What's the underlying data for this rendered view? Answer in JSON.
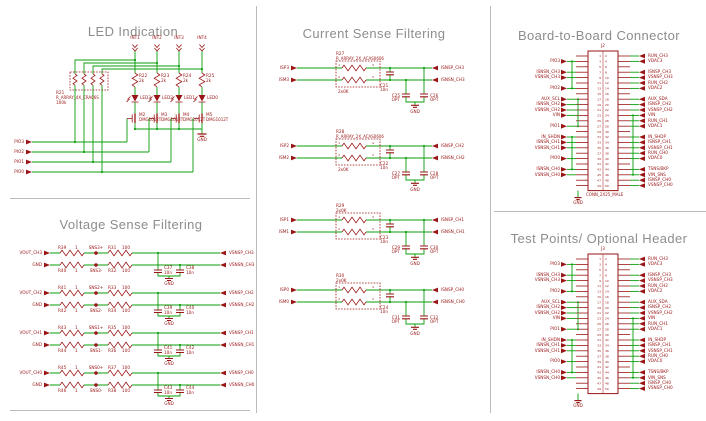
{
  "colors": {
    "wire_green": "#0b9e0b",
    "component_red": "#9a1515",
    "title_gray": "#8d8d8d"
  },
  "led": {
    "title": "LED Indication",
    "int_nets": [
      "INT1",
      "INT2",
      "INT3",
      "INT4"
    ],
    "array": {
      "ref": "R21",
      "part": "R_ARRAY_4X_CRA06S",
      "value": "100k"
    },
    "branches": [
      {
        "res": "R22",
        "res_value": "2k",
        "led": "LED3",
        "fet": "M2",
        "fet_part": "DMG1012T"
      },
      {
        "res": "R23",
        "res_value": "2k",
        "led": "LED2",
        "fet": "M3",
        "fet_part": "DMG1012T"
      },
      {
        "res": "R24",
        "res_value": "2k",
        "led": "LED1",
        "fet": "M4",
        "fet_part": "DMG1012T"
      },
      {
        "res": "R25",
        "res_value": "2k",
        "led": "LED0",
        "fet": "M5",
        "fet_part": "DMG1012T"
      }
    ],
    "inputs": [
      "PIO3",
      "PIO2",
      "PIO1",
      "PIO0"
    ],
    "gnd": "GND"
  },
  "cs": {
    "title": "Current Sense Filtering",
    "array_pins": [
      "1",
      "2",
      "4",
      "3"
    ],
    "blocks": [
      {
        "in_p": "ISP3",
        "in_m": "ISM3",
        "ref": "R27",
        "part": "R_ARRAY_2X_ACAS0606",
        "value_above": "",
        "value_below": "2x0K",
        "cap_ref": "C21",
        "cap_value": "10n",
        "opt1_ref": "C25",
        "opt1_value": "OPT",
        "opt2_ref": "C26",
        "opt2_value": "OPT",
        "out_p": "ISNSP_CH3",
        "out_m": "ISNSN_CH3",
        "gnd": "GND"
      },
      {
        "in_p": "ISP2",
        "in_m": "ISM2",
        "ref": "R28",
        "part": "R_ARRAY_2X_ACAS0606",
        "value_above": "",
        "value_below": "2x0K",
        "cap_ref": "C22",
        "cap_value": "10n",
        "opt1_ref": "C27",
        "opt1_value": "OPT",
        "opt2_ref": "C28",
        "opt2_value": "OPT",
        "out_p": "ISNSP_CH2",
        "out_m": "ISNSN_CH2",
        "gnd": "GND"
      },
      {
        "in_p": "ISP1",
        "in_m": "ISM1",
        "ref": "R29",
        "part": "",
        "value_above": "2x0K",
        "value_below": "",
        "cap_ref": "C23",
        "cap_value": "10n",
        "opt1_ref": "C29",
        "opt1_value": "OPT",
        "opt2_ref": "C30",
        "opt2_value": "OPT",
        "out_p": "ISNSP_CH1",
        "out_m": "ISNSN_CH1",
        "gnd": "GND"
      },
      {
        "in_p": "ISP0",
        "in_m": "ISM0",
        "ref": "R30",
        "part": "",
        "value_above": "2x0K",
        "value_below": "",
        "cap_ref": "C24",
        "cap_value": "10n",
        "opt1_ref": "C31",
        "opt1_value": "OPT",
        "opt2_ref": "C32",
        "opt2_value": "OPT",
        "out_p": "ISNSP_CH0",
        "out_m": "ISNSN_CH0",
        "gnd": "GND"
      }
    ]
  },
  "vs": {
    "title": "Voltage Sense Filtering",
    "rows": [
      {
        "in_top": "VOUT_CH3",
        "in_bot": "GND",
        "r1_ref": "R39",
        "r1_value": "1",
        "r2_ref": "R40",
        "r2_value": "1",
        "tp_top": "SNS3+",
        "tp_bot": "SNS3-",
        "r3_ref": "R31",
        "r3_value": "100",
        "r4_ref": "R32",
        "r4_value": "100",
        "c1_ref": "C37",
        "c1_value": "10n",
        "c2_ref": "C38",
        "c2_value": "10n",
        "out_top": "VSNSP_CH3",
        "out_bot": "VSNSN_CH3",
        "gnd": "GND"
      },
      {
        "in_top": "VOUT_CH2",
        "in_bot": "GND",
        "r1_ref": "R41",
        "r1_value": "1",
        "r2_ref": "R42",
        "r2_value": "1",
        "tp_top": "SNS2+",
        "tp_bot": "SNS2-",
        "r3_ref": "R33",
        "r3_value": "100",
        "r4_ref": "R34",
        "r4_value": "100",
        "c1_ref": "C39",
        "c1_value": "10n",
        "c2_ref": "C40",
        "c2_value": "10n",
        "out_top": "VSNSP_CH2",
        "out_bot": "VSNSN_CH2",
        "gnd": "GND"
      },
      {
        "in_top": "VOUT_CH1",
        "in_bot": "GND",
        "r1_ref": "R43",
        "r1_value": "1",
        "r2_ref": "R44",
        "r2_value": "1",
        "tp_top": "SNS1+",
        "tp_bot": "SNS1-",
        "r3_ref": "R35",
        "r3_value": "100",
        "r4_ref": "R36",
        "r4_value": "100",
        "c1_ref": "C41",
        "c1_value": "10n",
        "c2_ref": "C42",
        "c2_value": "10n",
        "out_top": "VSNSP_CH1",
        "out_bot": "VSNSN_CH1",
        "gnd": "GND"
      },
      {
        "in_top": "VOUT_CH0",
        "in_bot": "GND",
        "r1_ref": "R45",
        "r1_value": "1",
        "r2_ref": "R46",
        "r2_value": "1",
        "tp_top": "SNS0+",
        "tp_bot": "SNS0-",
        "r3_ref": "R37",
        "r3_value": "100",
        "r4_ref": "R38",
        "r4_value": "100",
        "c1_ref": "C43",
        "c1_value": "10n",
        "c2_ref": "C44",
        "c2_value": "10n",
        "out_top": "VSNSP_CH0",
        "out_bot": "VSNSN_CH0",
        "gnd": "GND"
      }
    ]
  },
  "b2b": {
    "title": "Board-to-Board Connector",
    "ref": "J2",
    "part": "CONN_2X25_MALE",
    "rows": 25,
    "gnd": "GND",
    "left": [
      "",
      "PIO3",
      "",
      "ISNSN_CH3",
      "VSNSN_CH3",
      "",
      "PIO2",
      "",
      "AUX_SCL",
      "ISNSN_CH2",
      "VSNSN_CH2",
      "VIN",
      "",
      "PIO1",
      "",
      "IN_SHDN",
      "ISNSN_CH1",
      "VSNSN_CH1",
      "",
      "PIO0",
      "",
      "ISNSN_CH0",
      "VSNSN_CH0",
      "",
      ""
    ],
    "right": [
      "RUN_CH3",
      "VDAC3",
      "",
      "ISNSP_CH3",
      "VSNSP_CH3",
      "RUN_CH2",
      "VDAC2",
      "",
      "AUX_SDA",
      "ISNSP_CH2",
      "VSNSP_CH2",
      "VIN",
      "RUN_CH1",
      "VDAC1",
      "",
      "IN_SHDP",
      "ISNSP_CH1",
      "VSNSP_CH1",
      "RUN_CH0",
      "VDAC0",
      "",
      "TSNS/BKP",
      "VIN_SNS",
      "ISNSP_CH0",
      "VSNSP_CH0"
    ]
  },
  "tp": {
    "title": "Test Points/ Optional Header",
    "ref": "J3",
    "part": "",
    "rows": 25,
    "gnd": "GND",
    "left": [
      "",
      "PIO3",
      "",
      "ISNSN_CH3",
      "VSNSN_CH3",
      "",
      "PIO2",
      "",
      "AUX_SCL",
      "ISNSN_CH2",
      "VSNSN_CH2",
      "VIN",
      "",
      "PIO1",
      "",
      "IN_SHDN",
      "ISNSN_CH1",
      "VSNSN_CH1",
      "",
      "PIO0",
      "",
      "ISNSN_CH0",
      "VSNSN_CH0",
      "",
      ""
    ],
    "right": [
      "RUN_CH3",
      "VDAC3",
      "",
      "ISNSP_CH3",
      "VSNSP_CH3",
      "RUN_CH2",
      "VDAC2",
      "",
      "AUX_SDA",
      "ISNSP_CH2",
      "VSNSP_CH2",
      "VIN",
      "RUN_CH1",
      "VDAC1",
      "",
      "IN_SHDP",
      "ISNSP_CH1",
      "VSNSP_CH1",
      "RUN_CH0",
      "VDAC0",
      "",
      "TSNS/BKP",
      "VIN_SNS",
      "ISNSP_CH0",
      "VSNSP_CH0"
    ]
  }
}
